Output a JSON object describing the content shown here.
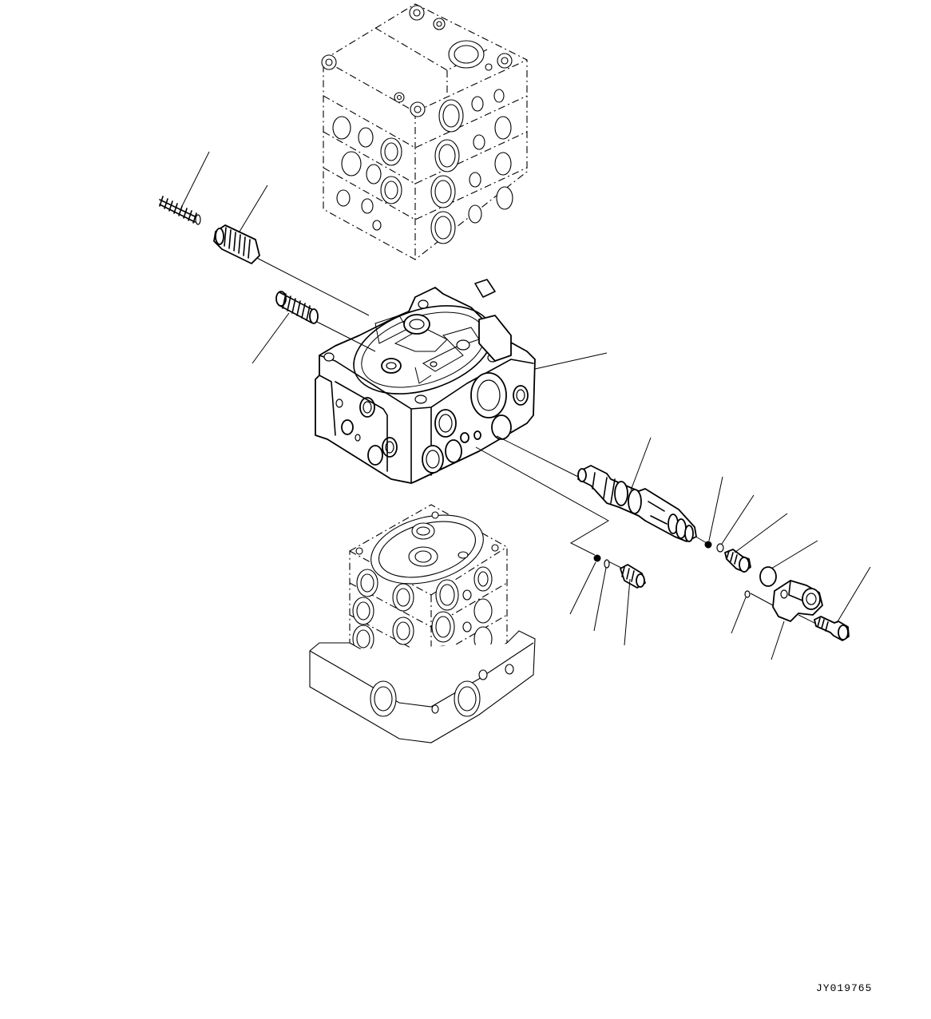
{
  "diagram": {
    "drawing_number": "JY019765",
    "line_color": "#000000",
    "background_color": "#ffffff",
    "parts": [
      {
        "name": "upper-valve-stack",
        "style": "phantom"
      },
      {
        "name": "valve-section-body",
        "style": "solid"
      },
      {
        "name": "lower-valve-stack",
        "style": "phantom"
      },
      {
        "name": "small-spring",
        "style": "solid"
      },
      {
        "name": "spring-retainer",
        "style": "solid"
      },
      {
        "name": "large-spring",
        "style": "solid"
      },
      {
        "name": "spool",
        "style": "solid"
      },
      {
        "name": "ball",
        "style": "solid"
      },
      {
        "name": "o-ring-small",
        "style": "solid"
      },
      {
        "name": "plug",
        "style": "solid"
      },
      {
        "name": "o-ring-large",
        "style": "solid"
      },
      {
        "name": "o-ring-tiny",
        "style": "solid"
      },
      {
        "name": "cap",
        "style": "solid"
      },
      {
        "name": "bolt",
        "style": "solid"
      },
      {
        "name": "check-ball",
        "style": "solid"
      },
      {
        "name": "check-o-ring",
        "style": "solid"
      },
      {
        "name": "check-spring-plug",
        "style": "solid"
      }
    ]
  }
}
